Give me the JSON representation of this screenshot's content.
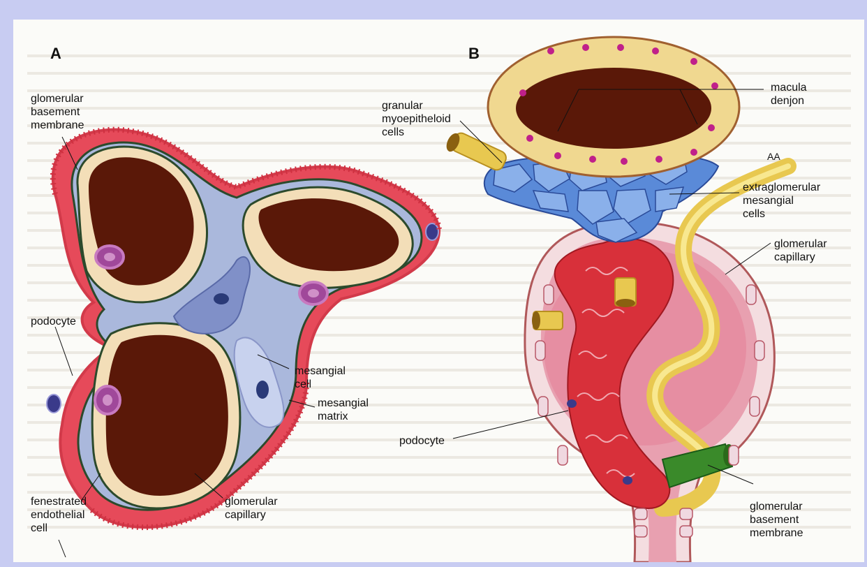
{
  "panels": {
    "a": {
      "letter": "A",
      "labels": {
        "gbm": "glomerular\nbasement\nmembrane",
        "podocyte": "podocyte",
        "mesangial_cell": "mesangial\ncell",
        "mesangial_matrix": "mesangial\nmatrix",
        "fenestrated": "fenestrated\nendothelial\ncell",
        "capillary": "glomerular\ncapillary"
      }
    },
    "b": {
      "letter": "B",
      "labels": {
        "macula": "macula\ndenjon",
        "granular": "granular\nmyoepitheloid\ncells",
        "aa": "AA",
        "extraglomerular": "extraglomerular\nmesangial\ncells",
        "capillary": "glomerular\ncapillary",
        "podocyte": "podocyte",
        "gbm": "glomerular\nbasement\nmembrane"
      }
    }
  },
  "colors": {
    "page_border": "#c8ccf2",
    "capillary_lumen": "#5a1808",
    "endothelium": "#f3deb8",
    "mesangium": "#aab8dc",
    "podocyte": "#e64a5a",
    "membrane": "#2c4a2c",
    "nucleus_purple": "#a0489a",
    "macula_cell": "#f0d890",
    "granular_cells": "#5a8ad8",
    "bowman_space": "#e898a8",
    "yellow_vessel": "#e8c850",
    "green_membrane": "#3a8a2a"
  }
}
